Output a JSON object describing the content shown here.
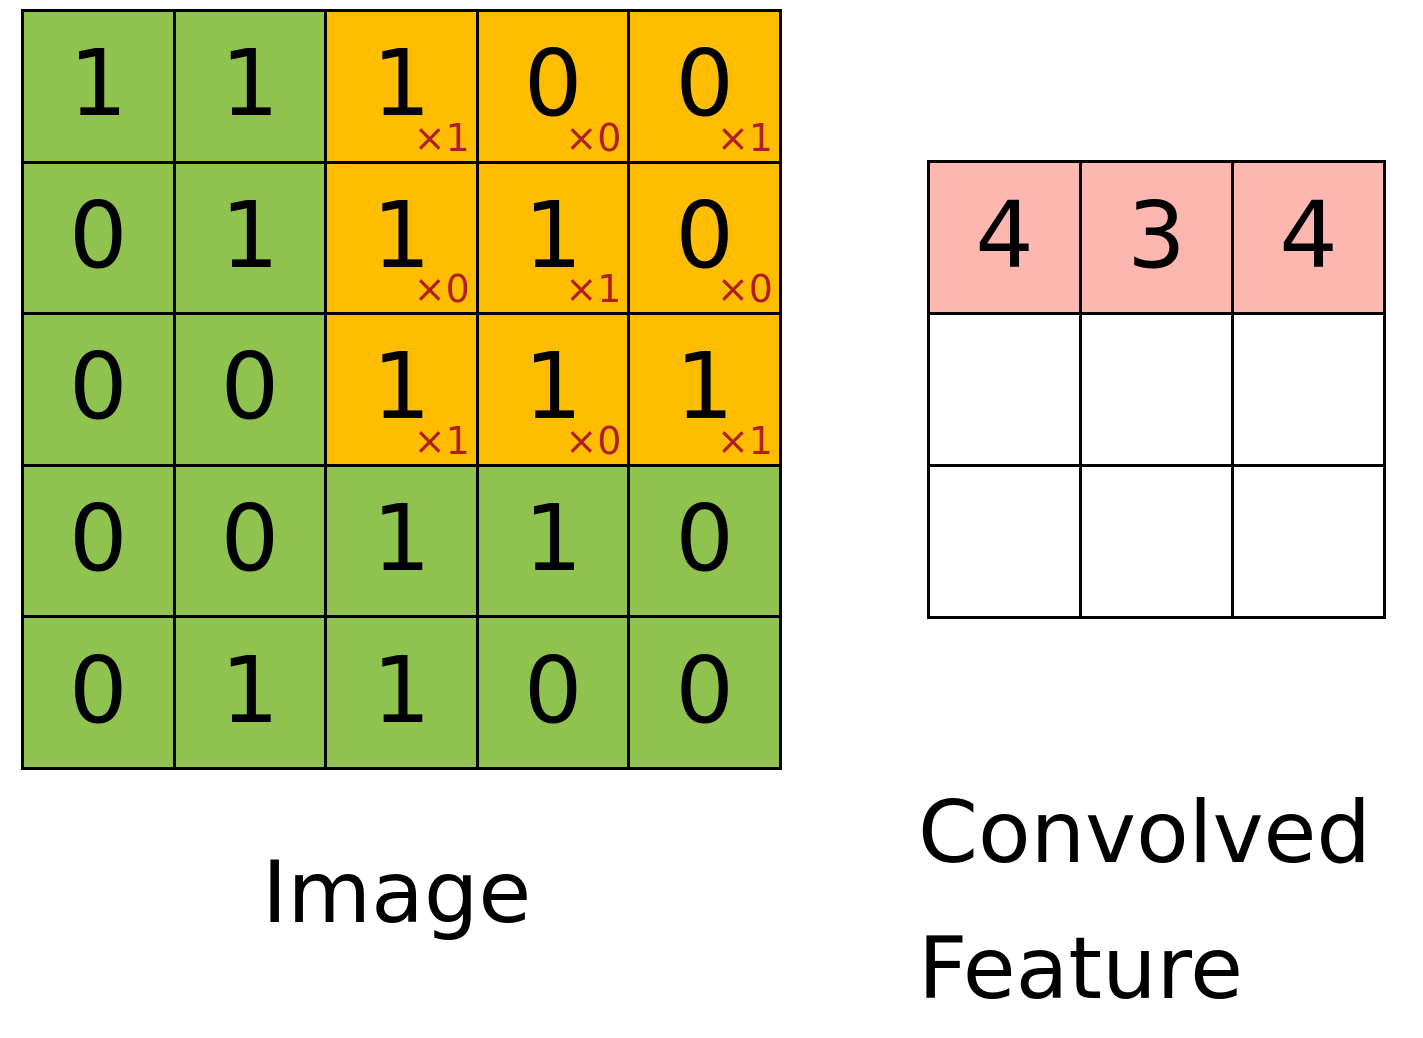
{
  "colors": {
    "image_cell": "#8fc24e",
    "kernel_cell": "#ffbd00",
    "feature_filled": "#fcb8b0",
    "feature_empty": "#ffffff",
    "weight_text": "#b01e1e",
    "grid_line": "#000000"
  },
  "image": {
    "caption": "Image",
    "rows": [
      [
        "1",
        "1",
        "1",
        "0",
        "0"
      ],
      [
        "0",
        "1",
        "1",
        "1",
        "0"
      ],
      [
        "0",
        "0",
        "1",
        "1",
        "1"
      ],
      [
        "0",
        "0",
        "1",
        "1",
        "0"
      ],
      [
        "0",
        "1",
        "1",
        "0",
        "0"
      ]
    ]
  },
  "kernel": {
    "position": {
      "row": 0,
      "col": 2
    },
    "weights": [
      [
        "×1",
        "×0",
        "×1"
      ],
      [
        "×0",
        "×1",
        "×0"
      ],
      [
        "×1",
        "×0",
        "×1"
      ]
    ]
  },
  "feature": {
    "caption_line1": "Convolved",
    "caption_line2": "Feature",
    "rows": [
      [
        "4",
        "3",
        "4"
      ],
      [
        "",
        "",
        ""
      ],
      [
        "",
        "",
        ""
      ]
    ]
  }
}
